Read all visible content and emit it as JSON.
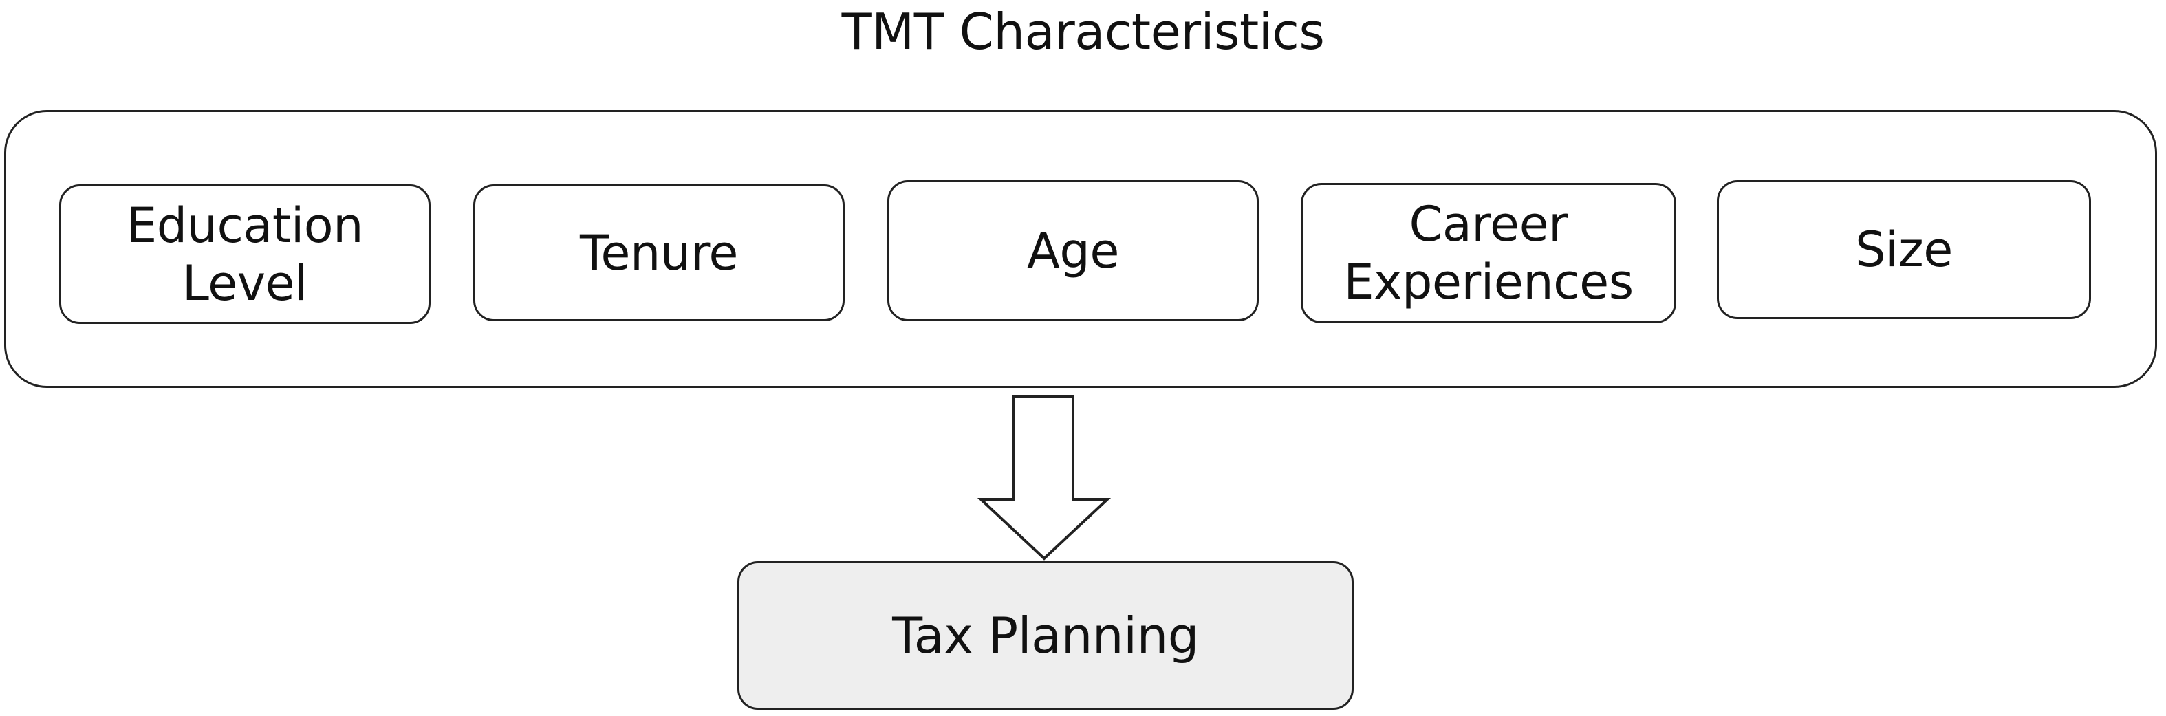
{
  "diagram": {
    "title": "TMT Characteristics",
    "characteristics": [
      {
        "label": "Education\nLevel"
      },
      {
        "label": "Tenure"
      },
      {
        "label": "Age"
      },
      {
        "label": "Career\nExperiences"
      },
      {
        "label": "Size"
      }
    ],
    "outcome": "Tax Planning"
  },
  "colors": {
    "border": "#222222",
    "outcome_fill": "#eeeeee",
    "background": "#ffffff"
  }
}
